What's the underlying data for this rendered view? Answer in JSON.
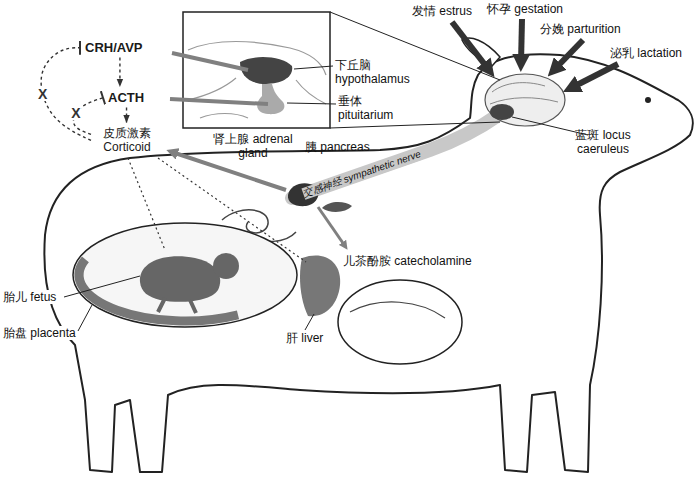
{
  "diagram": {
    "nodes": [
      {
        "text": [
          "CRH/AVP"
        ]
      },
      {
        "text": [
          "ACTH"
        ]
      },
      {
        "text": [
          "皮质激素 Corticoid"
        ]
      }
    ],
    "edges": [
      {
        "from": 0,
        "to": 1,
        "arrow": "to"
      },
      {
        "from": 1,
        "to": 2,
        "arrow": "to"
      },
      {
        "from": 2,
        "to": 0,
        "label": "X",
        "arrow": "to"
      },
      {
        "from": 2,
        "to": 1,
        "label": "X",
        "arrow": "to"
      }
    ],
    "labels": [
      "发情 estrus",
      "怀孕 gestation",
      "分娩 parturition",
      "泌乳 lactation",
      "下丘脑 hypothalamus",
      "垂体 pituitarium",
      "蓝斑 locus caeruleus",
      "肾上腺 adrenal gland",
      "胰 pancreas",
      "交感神经 sympathetic nerve",
      "儿茶酚胺 catecholamine",
      "胎儿 fetus",
      "胎盘 placenta",
      "肝 liver"
    ]
  }
}
